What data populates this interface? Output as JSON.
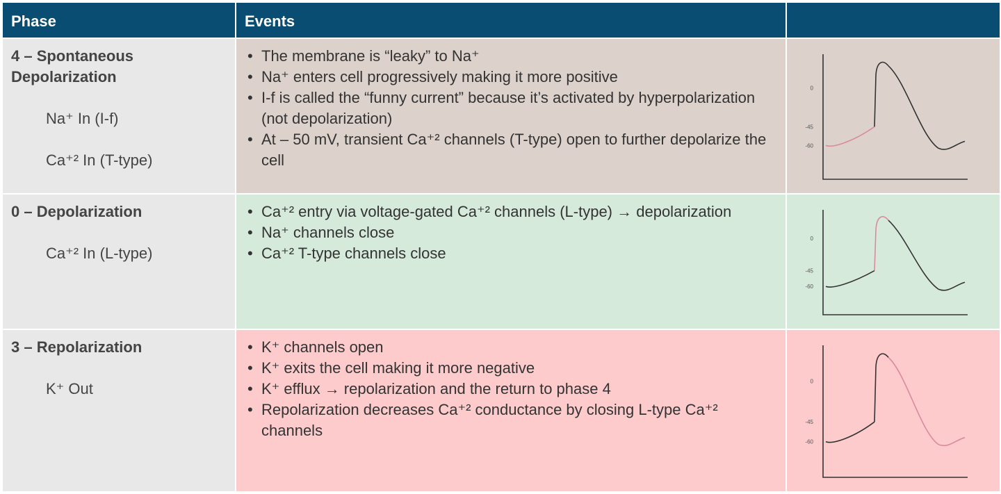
{
  "header": {
    "col1": "Phase",
    "col2": "Events",
    "col3": ""
  },
  "rows": [
    {
      "phase_title_line1": "4 – Spontaneous",
      "phase_title_line2": "Depolarization",
      "ions": [
        "Na⁺ In (I-f)",
        "Ca⁺² In (T-type)"
      ],
      "events": [
        "The membrane is “leaky” to Na⁺",
        "Na⁺ enters cell progressively making it more positive",
        "I-f is called the “funny current” because it’s activated by hyperpolarization (not depolarization)",
        "At – 50 mV, transient Ca⁺² channels (T-type) open to further depolarize the cell"
      ],
      "graph": {
        "tick_top": "0",
        "tick_mid": "-45",
        "tick_low": "-60",
        "highlight": "phase4",
        "highlight_color": "#d98a9c"
      }
    },
    {
      "phase_title_line1": "0 – Depolarization",
      "ions": [
        "Ca⁺² In (L-type)"
      ],
      "events": [
        "Ca⁺² entry via voltage-gated Ca⁺² channels (L-type) → depolarization",
        "Na⁺ channels close",
        "Ca⁺² T-type channels close"
      ],
      "graph": {
        "tick_top": "0",
        "tick_mid": "-45",
        "tick_low": "-60",
        "highlight": "phase0",
        "highlight_color": "#d98a9c"
      }
    },
    {
      "phase_title_line1": "3 – Repolarization",
      "ions": [
        "K⁺ Out"
      ],
      "events": [
        "K⁺ channels open",
        "K⁺ exits the cell making it more negative",
        "K⁺ efflux → repolarization and the return to phase 4",
        "Repolarization decreases Ca⁺² conductance by closing L-type Ca⁺² channels"
      ],
      "graph": {
        "tick_top": "0",
        "tick_mid": "-45",
        "tick_low": "-60",
        "highlight": "phase3",
        "highlight_color": "#d98a9c"
      }
    }
  ],
  "colors": {
    "header_bg": "#0a4d73",
    "phase_bg": "#e8e8e8",
    "row1_bg": "#dcd1cb",
    "row2_bg": "#d6eadc",
    "row3_bg": "#fdcbcc",
    "curve": "#333333"
  }
}
